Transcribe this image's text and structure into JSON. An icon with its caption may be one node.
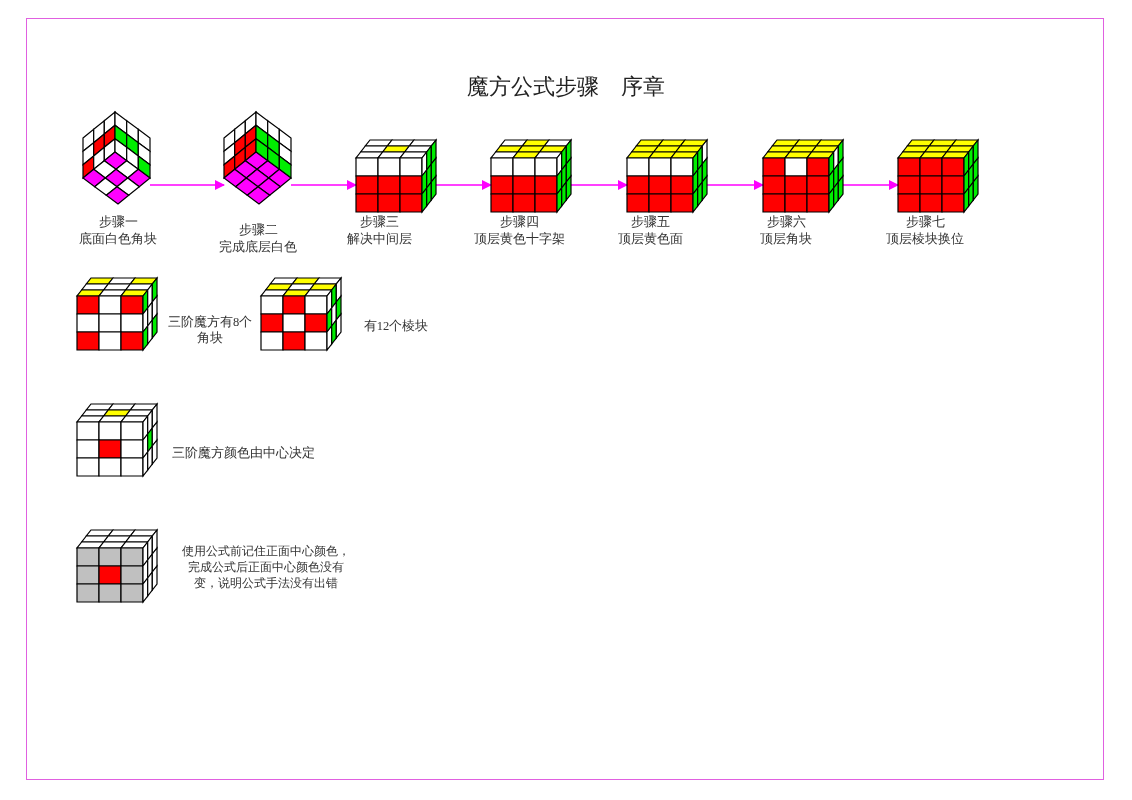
{
  "diagram": {
    "title": "魔方公式步骤　序章",
    "nodes": [
      {
        "text": [],
        "shape": "picture",
        "beside": [
          "步骤一",
          "底面白色角块"
        ]
      },
      {
        "text": [],
        "shape": "picture",
        "beside": [
          "步骤二",
          "完成底层白色"
        ]
      },
      {
        "text": [],
        "shape": "picture",
        "beside": [
          "步骤三",
          "解决中间层"
        ]
      },
      {
        "text": [],
        "shape": "picture",
        "beside": [
          "步骤四",
          "顶层黄色十字架"
        ]
      },
      {
        "text": [],
        "shape": "picture",
        "beside": [
          "步骤五",
          "顶层黄色面"
        ]
      },
      {
        "text": [],
        "shape": "picture",
        "beside": [
          "步骤六",
          "顶层角块"
        ]
      },
      {
        "text": [],
        "shape": "picture",
        "beside": [
          "步骤七",
          "顶层棱块换位"
        ]
      },
      {
        "text": [],
        "shape": "picture",
        "beside": [
          "三阶魔方有8个角块"
        ]
      },
      {
        "text": [],
        "shape": "picture",
        "beside": [
          "有12个棱块"
        ]
      },
      {
        "text": [],
        "shape": "picture",
        "beside": [
          "三阶魔方颜色由中心决定"
        ]
      },
      {
        "text": [],
        "shape": "picture",
        "beside": [
          "使用公式前记住正面中心颜色，完成公式后正面中心颜色没有变，说明公式手法没有出错"
        ]
      }
    ],
    "edges": [
      {
        "from": 0,
        "to": 1,
        "arrow": "to"
      },
      {
        "from": 1,
        "to": 2,
        "arrow": "to"
      },
      {
        "from": 2,
        "to": 3,
        "arrow": "to"
      },
      {
        "from": 3,
        "to": 4,
        "arrow": "to"
      },
      {
        "from": 4,
        "to": 5,
        "arrow": "to"
      },
      {
        "from": 5,
        "to": 6,
        "arrow": "to"
      }
    ]
  }
}
